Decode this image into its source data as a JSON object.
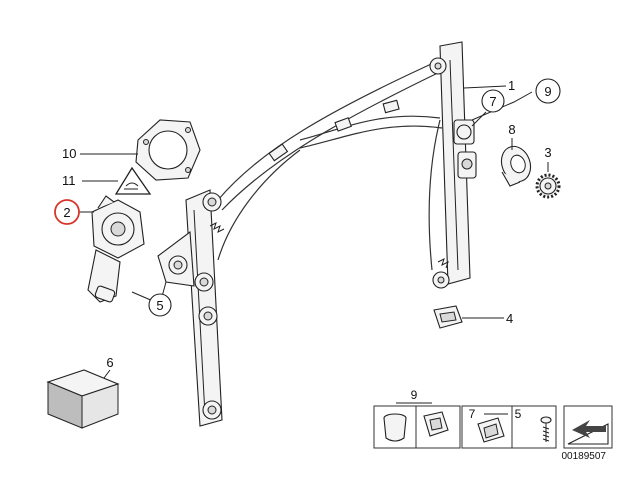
{
  "diagram": {
    "callouts": {
      "c1": "1",
      "c2": "2",
      "c3": "3",
      "c4": "4",
      "c5": "5",
      "c6": "6",
      "c7": "7",
      "c8": "8",
      "c9": "9",
      "c10": "10",
      "c11": "11"
    },
    "legend": {
      "num9": "9",
      "num7": "7",
      "num5": "5"
    },
    "highlight_color": "#d9342b",
    "diagram_code": "00189507"
  }
}
